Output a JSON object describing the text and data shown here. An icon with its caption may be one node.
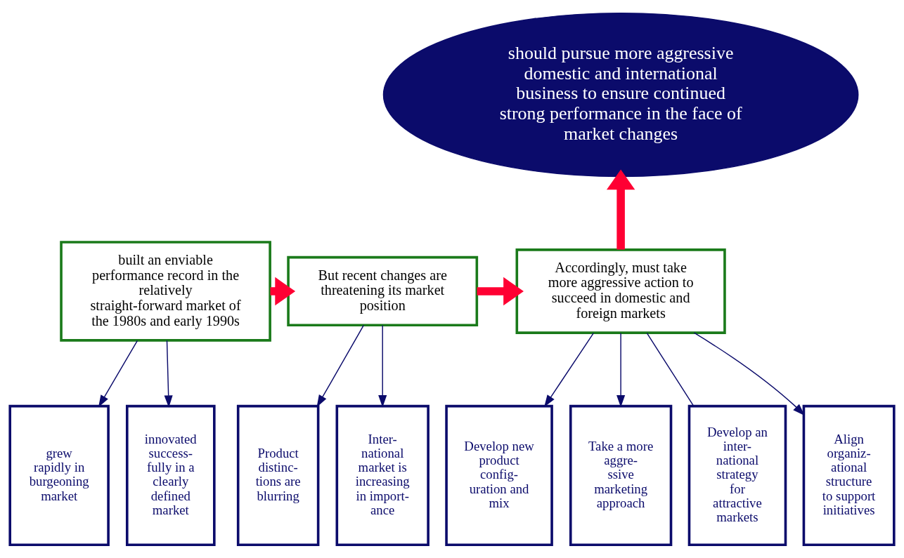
{
  "diagram": {
    "nodes": [
      {
        "text": [
          "should pursue more aggressive domestic and international business to ensure continued strong performance in the face of market changes"
        ]
      },
      {
        "text": [
          "built an enviable performance record in the relatively straight-forward market of the 1980s and early 1990s"
        ]
      },
      {
        "text": [
          "But recent changes are threatening its market position"
        ]
      },
      {
        "text": [
          "Accordingly, must take more aggressive action to succeed in domestic and foreign markets"
        ]
      },
      {
        "text": [
          "grew rapidly in burgeoning market"
        ]
      },
      {
        "text": [
          "innovated success- fully in a clearly defined market"
        ]
      },
      {
        "text": [
          "Product distinc- tions are blurring"
        ]
      },
      {
        "text": [
          "Inter- national market is increasing in import- ance"
        ]
      },
      {
        "text": [
          "Develop new product config- uration and mix"
        ]
      },
      {
        "text": [
          "Take a more aggre- ssive marketing approach"
        ]
      },
      {
        "text": [
          "Develop an inter- national strategy for attractive markets"
        ]
      },
      {
        "text": [
          "Align organiz- ational structure to support initiatives"
        ]
      }
    ],
    "edges": [
      {
        "from": 1,
        "to": 2,
        "arrow": "to",
        "style": "thick",
        "color": "#ff0033"
      },
      {
        "from": 2,
        "to": 3,
        "arrow": "to",
        "style": "thick",
        "color": "#ff0033"
      },
      {
        "from": 3,
        "to": 0,
        "arrow": "to",
        "style": "thick",
        "color": "#ff0033"
      },
      {
        "from": 1,
        "to": 4,
        "arrow": "to"
      },
      {
        "from": 1,
        "to": 5,
        "arrow": "to"
      },
      {
        "from": 2,
        "to": 6,
        "arrow": "to"
      },
      {
        "from": 2,
        "to": 7,
        "arrow": "to"
      },
      {
        "from": 3,
        "to": 8,
        "arrow": "to"
      },
      {
        "from": 3,
        "to": 9,
        "arrow": "to"
      },
      {
        "from": 3,
        "to": 10,
        "arrow": "none"
      },
      {
        "from": 3,
        "to": 11,
        "arrow": "to"
      }
    ]
  }
}
